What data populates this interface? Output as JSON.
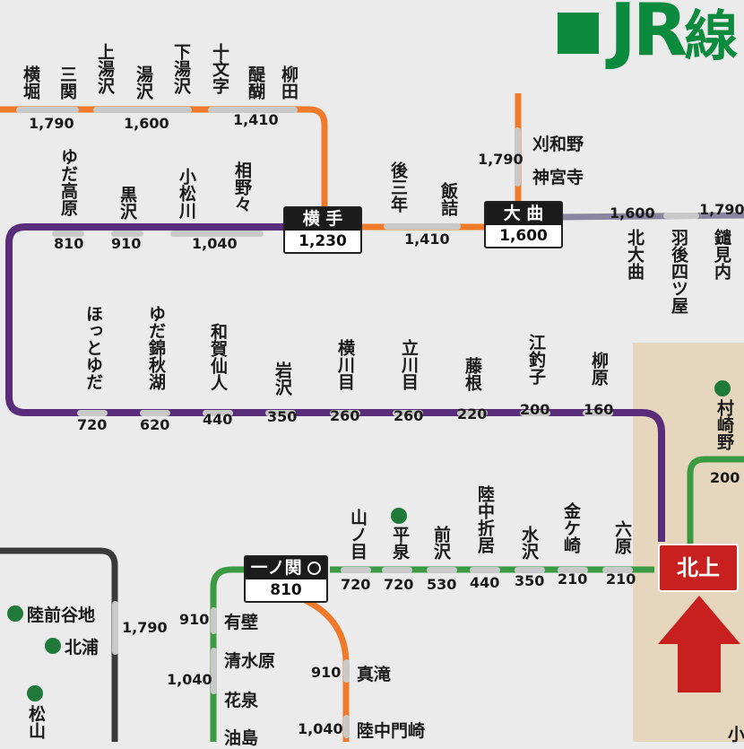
{
  "brand": "JR",
  "brand_tail": "線",
  "colors": {
    "kitakami_line": "#5a2d7a",
    "ou_line_orange": "#ee7a2a",
    "tohoku_green": "#3c9a43",
    "ou_main_gray": "#8a86a0",
    "hub_red": "#c8201f",
    "unmarked_station_pill": "#c9c9c9"
  },
  "top_row": [
    {
      "name": "横堀"
    },
    {
      "name": "三関"
    },
    {
      "name": "上湯沢"
    },
    {
      "name": "湯沢"
    },
    {
      "name": "下湯沢"
    },
    {
      "name": "十文字"
    },
    {
      "name": "醍醐"
    },
    {
      "name": "柳田"
    }
  ],
  "top_fares": [
    "1,790",
    "1,600",
    "1,410"
  ],
  "row2": [
    {
      "name": "ゆだ高原",
      "fare": "810"
    },
    {
      "name": "黒沢",
      "fare": "910"
    },
    {
      "name": "小松川",
      "fare": "1,040"
    },
    {
      "name": "相野々"
    }
  ],
  "yokote": {
    "name": "横 手",
    "fare": "1,230"
  },
  "gosannen": [
    {
      "name": "後三年"
    },
    {
      "name": "飯詰"
    }
  ],
  "gosannen_fare": "1,410",
  "omagari": {
    "name": "大 曲",
    "fare": "1,600"
  },
  "omagari_north": [
    {
      "name": "刈和野"
    },
    {
      "name": "神宮寺"
    }
  ],
  "omagari_north_fare": "1,790",
  "east_fares": [
    "1,600",
    "1,790"
  ],
  "east_stations": [
    {
      "name": "北大曲"
    },
    {
      "name": "羽後四ツ屋"
    },
    {
      "name": "鑓見内"
    }
  ],
  "row3": [
    {
      "name": "ほっとゆだ",
      "fare": "720"
    },
    {
      "name": "ゆだ錦秋湖",
      "fare": "620"
    },
    {
      "name": "和賀仙人",
      "fare": "440"
    },
    {
      "name": "岩沢",
      "fare": "350"
    },
    {
      "name": "横川目",
      "fare": "260"
    },
    {
      "name": "立川目",
      "fare": "260"
    },
    {
      "name": "藤根",
      "fare": "220"
    },
    {
      "name": "江釣子",
      "fare": "200"
    },
    {
      "name": "柳原",
      "fare": "160"
    }
  ],
  "murasakino": {
    "name": "村崎野",
    "fare": "200"
  },
  "row4": [
    {
      "name": "山ノ目",
      "fare": "720"
    },
    {
      "name": "平泉",
      "fare": "720"
    },
    {
      "name": "前沢",
      "fare": "530"
    },
    {
      "name": "陸中折居",
      "fare": "440"
    },
    {
      "name": "水沢",
      "fare": "350"
    },
    {
      "name": "金ケ崎",
      "fare": "210"
    },
    {
      "name": "六原",
      "fare": "210"
    }
  ],
  "ichinoseki": {
    "name": "一ノ関",
    "fare": "810"
  },
  "kitakami": {
    "name": "北上"
  },
  "ofunato": [
    {
      "name": "陸前谷地"
    },
    {
      "name": "北浦"
    },
    {
      "name": "松山"
    }
  ],
  "ofunato_fare": "1,790",
  "south_branch": [
    {
      "name": "有壁",
      "fare": "910"
    },
    {
      "name": "清水原",
      "fare": "1,040"
    },
    {
      "name": "花泉"
    },
    {
      "name": "油島",
      "fare": ""
    }
  ],
  "ofunato_branch": [
    {
      "name": "真滝",
      "fare": "910"
    },
    {
      "name": "陸中門崎",
      "fare": "1,040"
    }
  ],
  "corner_char": "小"
}
